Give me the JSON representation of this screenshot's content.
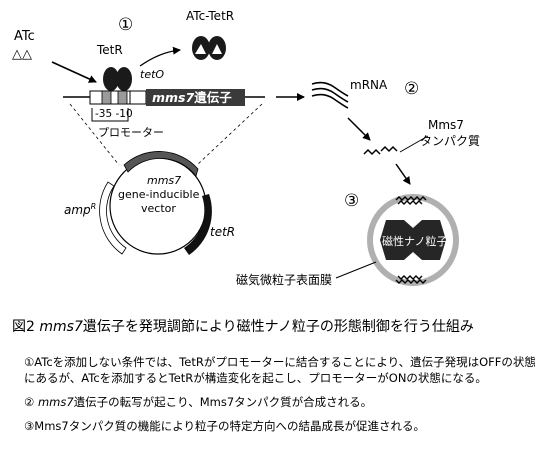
{
  "diagram": {
    "step1": "①",
    "step2": "②",
    "step3": "③",
    "atc_label": "ATc",
    "atc_triangles": "△△",
    "atc_tetr_label": "ATc-TetR",
    "tetr_label": "TetR",
    "teto_label": "tetO",
    "promoter_numbers": "-35 -10",
    "promoter_label": "プロモーター",
    "gene_box_italic": "mms7",
    "gene_box_suffix": "遺伝子",
    "mrna_label": "mRNA",
    "protein_label_line1": "Mms7",
    "protein_label_line2": "タンパク質",
    "vector_line1": "mms7",
    "vector_line2": "gene-inducible",
    "vector_line3": "vector",
    "ampr_label": "amp",
    "ampr_superscript": "R",
    "tetr_gene_label": "tetR",
    "particle_label": "磁性ナノ粒子",
    "membrane_label": "磁気微粒子表面膜"
  },
  "caption": {
    "prefix": "図2",
    "gene": "mms7",
    "rest": "遺伝子を発現調節により磁性ナノ粒子の形態制御を行う仕組み"
  },
  "notes": {
    "note1": "①ATcを添加しない条件では、TetRがプロモーターに結合することにより、遺伝子発現はOFFの状態にあるが、ATcを添加するとTetRが構造変化を起こし、プロモーターがONの状態になる。",
    "note2_prefix": "② ",
    "note2_gene": "mms7",
    "note2_rest": "遺伝子の転写が起こり、Mms7タンパク質が合成される。",
    "note3": "③Mms7タンパク質の機能により粒子の特定方向への結晶成長が促進される。"
  },
  "colors": {
    "gene_box": "#3a3a3a",
    "particle_core": "#262626",
    "particle_shell": "#b0b0b0"
  }
}
